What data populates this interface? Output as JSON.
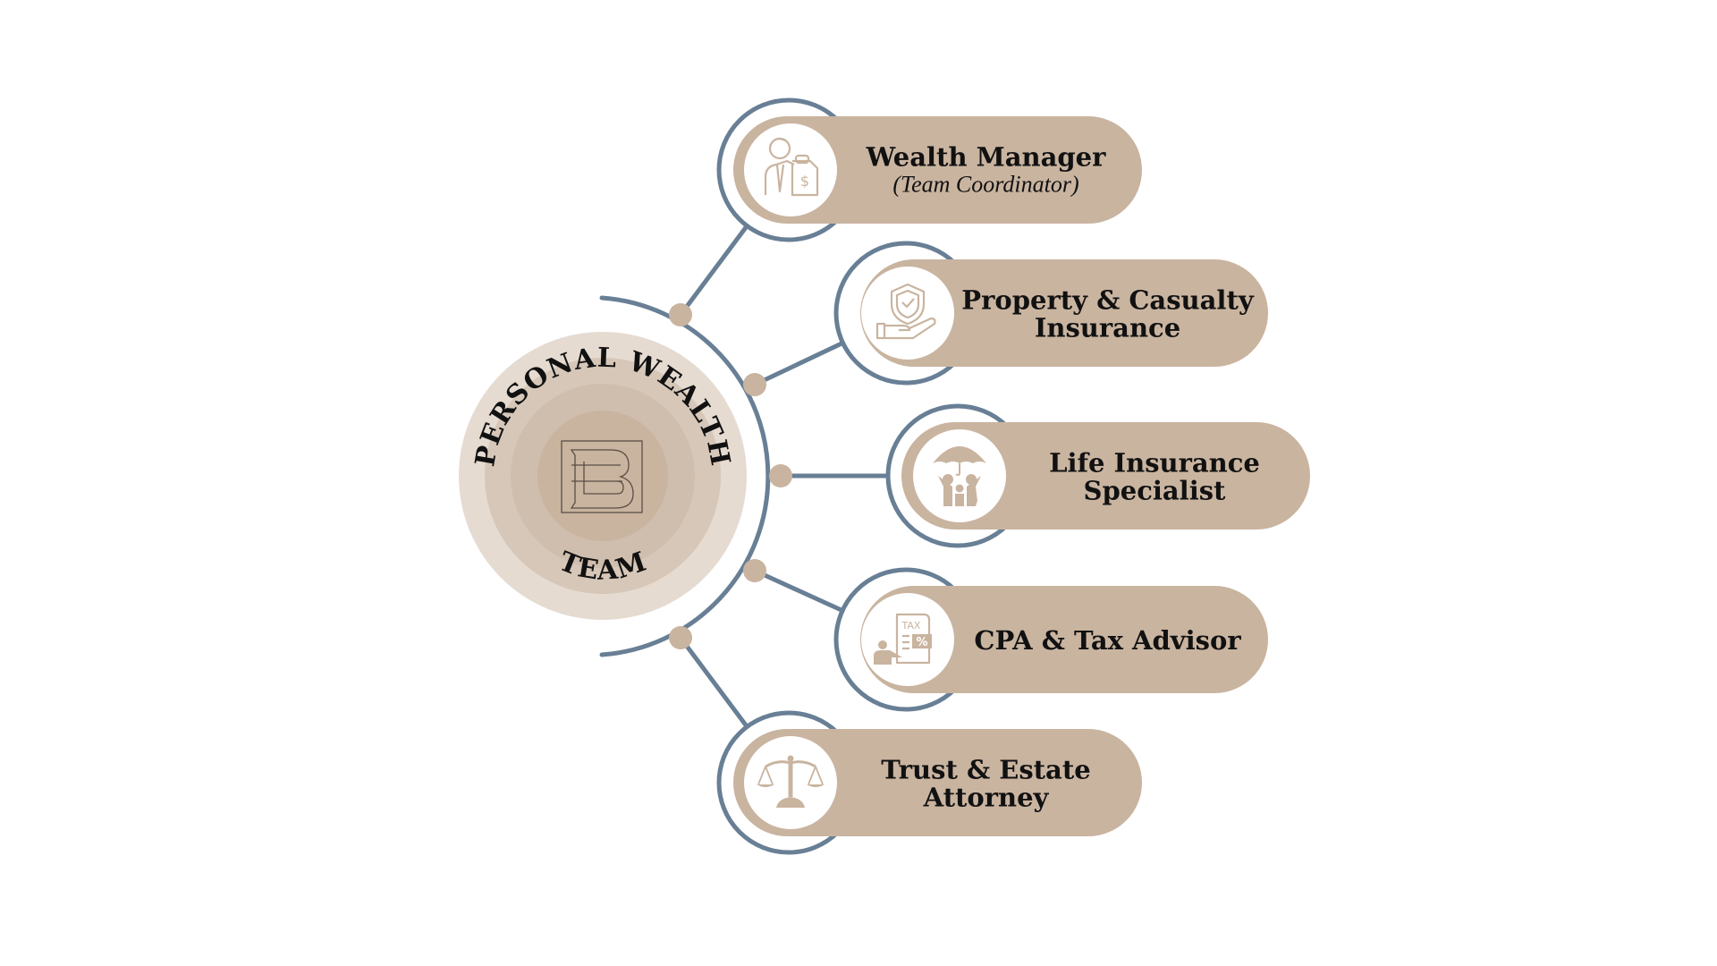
{
  "hub": {
    "title_top": "PERSONAL WEALTH",
    "title_bottom": "TEAM",
    "logo_letter": "B",
    "logo_icon": "monogram-b-logo"
  },
  "colors": {
    "connector": "#687F95",
    "pill": "#C9B4A0",
    "node_dot": "#C9B4A0",
    "hub_ring_1": "#E5DBD1",
    "hub_ring_2": "#D6C7B8",
    "hub_ring_3": "#CFBEAD",
    "hub_ring_4": "#C9B4A0",
    "icon": "#C9B4A0",
    "text": "#111111",
    "background": "#FFFFFF"
  },
  "members": [
    {
      "title_lines": [
        "Wealth Manager"
      ],
      "subtitle": "(Team Coordinator)",
      "icon": "advisor-with-money-bag-icon"
    },
    {
      "title_lines": [
        "Property & Casualty",
        "Insurance"
      ],
      "subtitle": "",
      "icon": "shield-in-hand-icon"
    },
    {
      "title_lines": [
        "Life Insurance",
        "Specialist"
      ],
      "subtitle": "",
      "icon": "family-umbrella-icon"
    },
    {
      "title_lines": [
        "CPA & Tax Advisor"
      ],
      "subtitle": "",
      "icon": "tax-document-icon"
    },
    {
      "title_lines": [
        "Trust & Estate",
        "Attorney"
      ],
      "subtitle": "",
      "icon": "scales-of-justice-icon"
    }
  ]
}
